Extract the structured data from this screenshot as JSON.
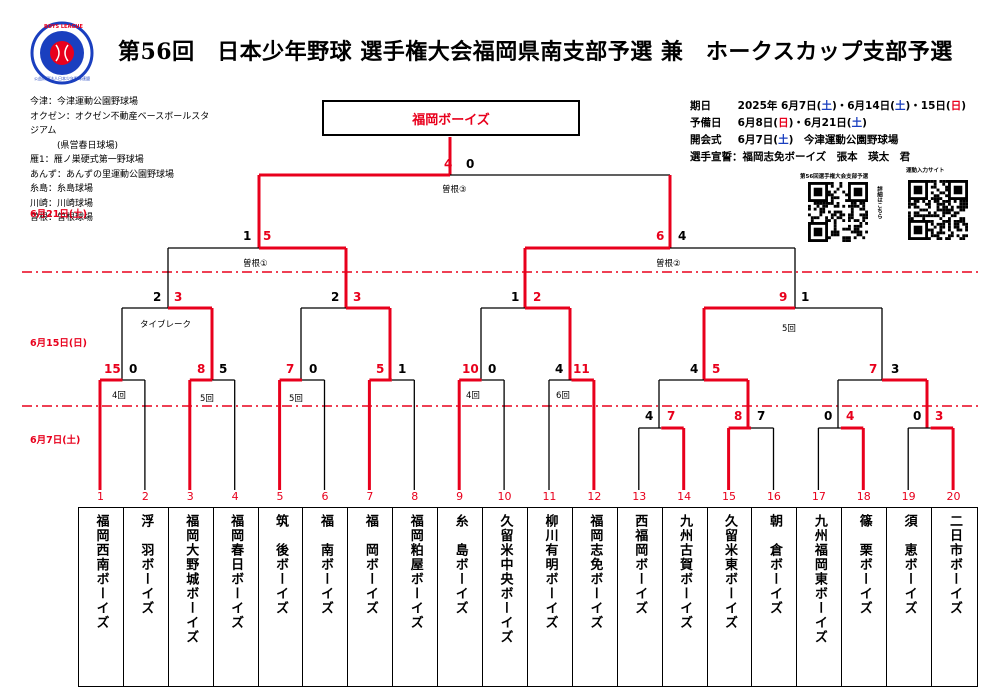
{
  "header": {
    "title": "第56回　日本少年野球 選手権大会福岡県南支部予選 兼　ホークスカップ支部予選",
    "logo_text_top": "BOYS LEAGUE",
    "logo_text_bottom": "公益財団法人日本少年野球連盟"
  },
  "venues": [
    "今津：今津運動公園野球場",
    "オクゼン：オクゼン不動産ベースボールスタ",
    "ジアム",
    "　　　(県営春日球場)",
    "雁1：雁ノ巣硬式第一野球場",
    "あんず：あんずの里運動公園野球場",
    "糸島：糸島球場",
    "川崎：川崎球場",
    "曽根：曽根球場"
  ],
  "schedule": {
    "kijitsu_label": "期日",
    "kijitsu_a": "2025年 6月7日(",
    "kijitsu_d1": "土",
    "kijitsu_b": ")・6月14日(",
    "kijitsu_d2": "土",
    "kijitsu_c": ")・15日(",
    "kijitsu_d3": "日",
    "kijitsu_e": ")",
    "yobi_label": "予備日",
    "yobi_a": "6月8日(",
    "yobi_d1": "日",
    "yobi_b": ")・6月21日(",
    "yobi_d2": "土",
    "yobi_c": ")",
    "kaikai_label": "開会式",
    "kaikai_a": "6月7日(",
    "kaikai_d1": "土",
    "kaikai_b": ")　今津運動公園野球場",
    "senshu": "選手宣誓：福岡志免ボーイズ　張本　瑛太　君",
    "qr1_caption": "第56回選手権大会支部予選",
    "qr2_caption": "運動入力サイト",
    "qr1_side": "詳細はこちら"
  },
  "dates": {
    "d1": "6月21日(土)",
    "d2": "6月15日(日)",
    "d3": "6月7日(土)"
  },
  "winner": "福岡ボーイズ",
  "teams": [
    {
      "num": "1",
      "name": "福岡西南ボーイズ"
    },
    {
      "num": "2",
      "name": "浮　羽ボーイズ"
    },
    {
      "num": "3",
      "name": "福岡大野城ボーイズ"
    },
    {
      "num": "4",
      "name": "福岡春日ボーイズ"
    },
    {
      "num": "5",
      "name": "筑　後ボーイズ"
    },
    {
      "num": "6",
      "name": "福　南ボーイズ"
    },
    {
      "num": "7",
      "name": "福　岡ボーイズ"
    },
    {
      "num": "8",
      "name": "福岡粕屋ボーイズ"
    },
    {
      "num": "9",
      "name": "糸　島ボーイズ"
    },
    {
      "num": "10",
      "name": "久留米中央ボーイズ"
    },
    {
      "num": "11",
      "name": "柳川有明ボーイズ"
    },
    {
      "num": "12",
      "name": "福岡志免ボーイズ"
    },
    {
      "num": "13",
      "name": "西福岡ボーイズ"
    },
    {
      "num": "14",
      "name": "九州古賀ボーイズ"
    },
    {
      "num": "15",
      "name": "久留米東ボーイズ"
    },
    {
      "num": "16",
      "name": "朝　倉ボーイズ"
    },
    {
      "num": "17",
      "name": "九州福岡東ボーイズ"
    },
    {
      "num": "18",
      "name": "篠　栗ボーイズ"
    },
    {
      "num": "19",
      "name": "須　恵ボーイズ"
    },
    {
      "num": "20",
      "name": "二日市ボーイズ"
    }
  ],
  "scores": {
    "p1": "4",
    "p2": "0",
    "s1": "1",
    "s2": "5",
    "s3": "6",
    "s4": "4",
    "q1": "2",
    "q2": "3",
    "q3": "2",
    "q4": "3",
    "q5": "1",
    "q6": "2",
    "q7": "9",
    "q8": "1",
    "r1": "15",
    "r2": "0",
    "r3": "8",
    "r4": "5",
    "r5": "7",
    "r6": "0",
    "r7": "5",
    "r8": "1",
    "r9": "10",
    "r10": "0",
    "r11": "4",
    "r12": "11",
    "r13": "4",
    "r14": "5",
    "r15": "7",
    "r16": "3",
    "t1": "4",
    "t2": "7",
    "t3": "8",
    "t4": "7",
    "t5": "0",
    "t6": "4",
    "t7": "0",
    "t8": "3"
  },
  "notes": {
    "n_final": "曽根③",
    "n_semi1": "曽根①",
    "n_semi2": "曽根②",
    "n_tb": "タイブレーク",
    "n_5a": "5回",
    "n_4a": "4回",
    "n_5b": "5回",
    "n_5c": "5回",
    "n_4b": "4回",
    "n_6": "6回"
  },
  "colors": {
    "win_line": "#e8001c",
    "line": "#000000",
    "date_divider": "#e8001c"
  }
}
